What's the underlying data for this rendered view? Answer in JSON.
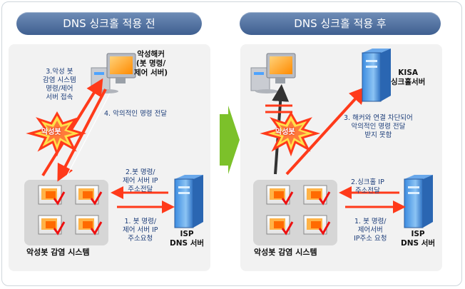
{
  "left": {
    "header": "DNS 싱크홀 적용 전",
    "hacker_label": "악성해커\n(봇 명령/\n제어 서버)",
    "step3": "3.악성 봇\n감염 시스템\n명령/제어\n서버 접속",
    "step4": "4. 악의적인 명령 전달",
    "bot_label": "악성봇",
    "step2": "2.봇 명령/\n제어 서버 IP\n주소전달",
    "step1": "1. 봇 명령/\n제어 서버 IP\n주소요청",
    "isp_label": "ISP\nDNS 서버",
    "system_label": "악성봇 감염 시스템"
  },
  "right": {
    "header": "DNS 싱크홀 적용 후",
    "kisa_label": "KISA\n싱크홀서버",
    "step3": "3. 해커와 연결 차단되어\n악의적인 명령 전달\n받지 못함",
    "bot_label": "악성봇",
    "step2": "2.싱크홀 IP\n주소전달",
    "step1": "1. 봇 명령/\n제어서버\nIP주소 요청",
    "isp_label": "ISP\nDNS 서버",
    "system_label": "악성봇 감염 시스템"
  },
  "colors": {
    "header": "#4a6a9c",
    "arrow_red": "#ff3a1a",
    "arrow_dark": "#333333",
    "label_blue": "#1d3e7a",
    "center_arrow": "#7cc12a",
    "burst_yellow": "#ffe04a"
  },
  "icons": [
    "monitor-icon",
    "server-icon",
    "infected-pc-icon",
    "burst-icon",
    "block-icon"
  ]
}
